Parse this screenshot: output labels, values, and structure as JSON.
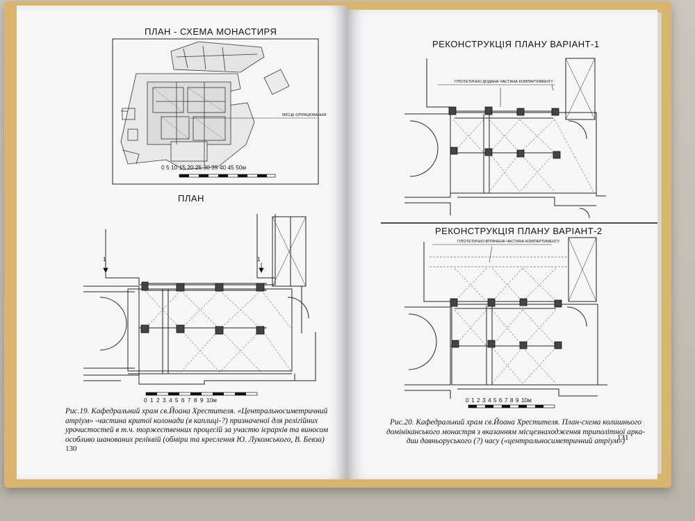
{
  "left_page": {
    "site_plan_title": "ПЛАН - СХЕМА МОНАСТИРЯ",
    "site_plan_note": "МІСЦЕ ОПРАЦЮВАННЯ",
    "site_plan_scale": "0  5  10  15  20  25  30  35  40  45  50м",
    "plan_title": "ПЛАН",
    "section_mark": "1",
    "plan_scale": "0 1 2 3 4 5 6 7 8 9 10м",
    "caption_lines": [
      "Рис.19. Кафедральний храм св.Йоана Хрестителя. «Центральносиметричний",
      "атріум» -частина критої колонади (в каплиці-?) призначеної для релігійних",
      "урочистостей в т.ч. торжественних процесій за участю ієрархів та виносом",
      "особливо шанованих реліквій (обміри та креслення Ю. Лукомського, В. Бевза)"
    ],
    "page_number": "130"
  },
  "right_page": {
    "variant1_title": "РЕКОНСТРУКЦІЯ ПЛАНУ ВАРІАНТ-1",
    "variant1_note": "ГІПОТЕТИЧНО ДОДАНА ЧАСТИНА КОМПАРТИМЕНТУ",
    "variant2_title": "РЕКОНСТРУКЦІЯ ПЛАНУ ВАРІАНТ-2",
    "variant2_note": "ГІПОТЕТИЧНО ВТРАЧЕНА ЧАСТИНА КОМПАРТИМЕНТУ",
    "plan_scale": "0 1 2 3 4 5 6 7 8 9 10м",
    "caption_lines": [
      "Рис.20. Кафедральний храм св.Йоана Хрестителя. План-схема колишнього",
      "домініканського монастря з вказанням місцезнаходження триполітної арка-",
      "дии давньоруського (?) часу («центральносиметричний атріум»)"
    ],
    "page_number": "131"
  }
}
